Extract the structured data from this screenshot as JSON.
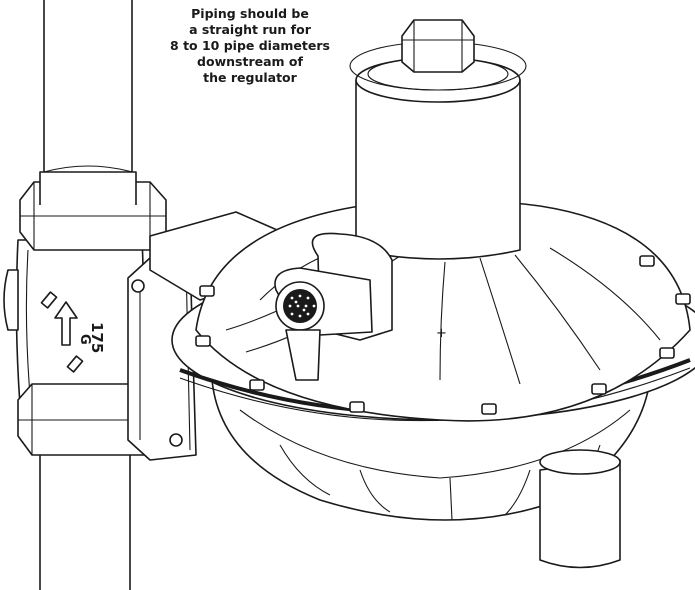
{
  "annotation": {
    "lines": [
      "Piping should be",
      "a straight run for",
      "8 to 10 pipe diameters",
      "downstream of",
      "the regulator"
    ]
  },
  "body_marking": {
    "text": "175"
  }
}
